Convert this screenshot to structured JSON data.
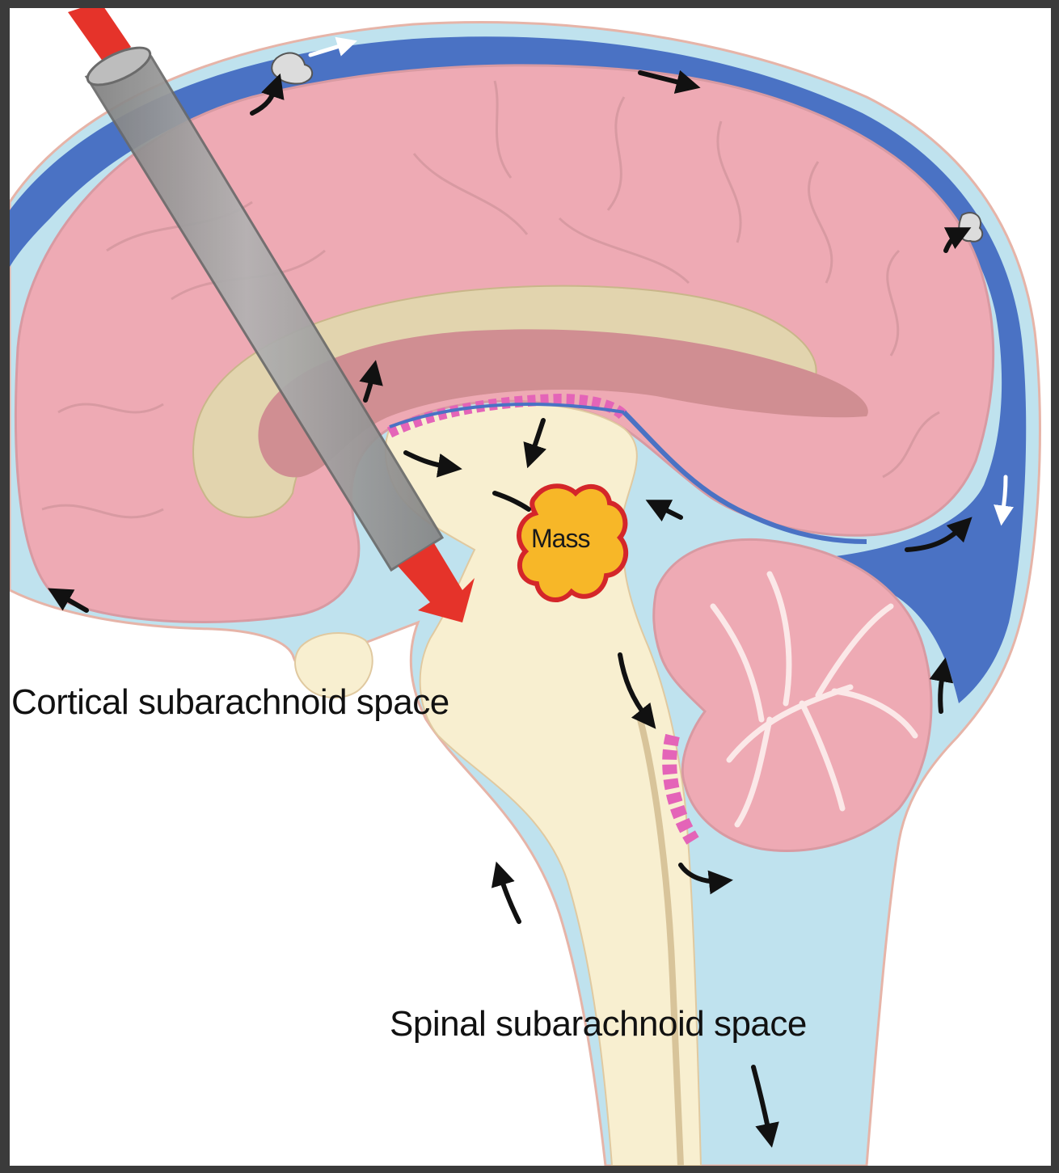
{
  "labels": {
    "cortical": "Cortical subarachnoid space",
    "spinal": "Spinal subarachnoid space",
    "mass": "Mass"
  },
  "colors": {
    "frame": "#3b3b3b",
    "sinus_blue": "#4a72c4",
    "csf_light_blue": "#bfe2ee",
    "brain_pink": "#eeaab4",
    "ventricle_pink": "#d08e92",
    "brainstem_cream": "#f8efd0",
    "corpus_callosum_tan": "#e2d4ae",
    "choroid_magenta": "#e464b8",
    "mass_orange": "#f7b728",
    "mass_outline_red": "#d4262a",
    "shunt_gray": "#9a9a9a",
    "flow_arrow_red": "#e5332a"
  },
  "icons": [
    "flow-arrow-icon",
    "arachnoid-granulation-icon",
    "catheter-shunt-icon"
  ]
}
